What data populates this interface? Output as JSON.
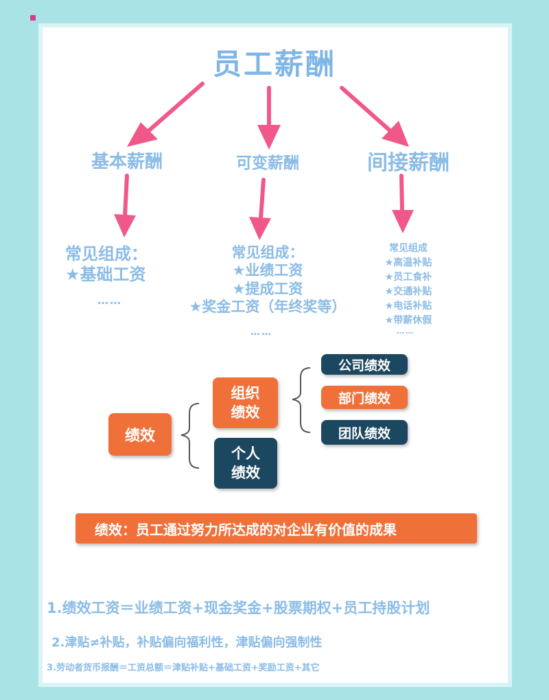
{
  "title": "员工薪酬",
  "categories": [
    {
      "name": "基本薪酬",
      "components_label": "常见组成：",
      "components": [
        "★基础工资"
      ],
      "ellipsis": "……"
    },
    {
      "name": "可变薪酬",
      "components_label": "常见组成：",
      "components": [
        "★业绩工资",
        "★提成工资",
        "★奖金工资（年终奖等）"
      ],
      "ellipsis": "……"
    },
    {
      "name": "间接薪酬",
      "components_label": "常见组成",
      "components": [
        "★高温补贴",
        "★员工食补",
        "★交通补贴",
        "★电话补贴",
        "★带薪休假"
      ],
      "ellipsis": "……"
    }
  ],
  "performance": {
    "root": "绩效",
    "organization": "组织\n绩效",
    "individual": "个人\n绩效",
    "org_children": [
      "公司绩效",
      "部门绩效",
      "团队绩效"
    ],
    "definition": "绩效：员工通过努力所达成的对企业有价值的成果"
  },
  "notes": [
    "1.绩效工资＝业绩工资+现金奖金+股票期权+员工持股计划",
    "2.津贴≠补贴，补贴偏向福利性，津贴偏向强制性",
    "3.劳动者货币报酬＝工资总额＝津贴补贴+基础工资+奖励工资+其它"
  ],
  "colors": {
    "background": "#a9e3e6",
    "text_blue": "#8bbce6",
    "arrow_pink": "#f0588a",
    "orange": "#f0703a",
    "navy": "#1c4760"
  }
}
